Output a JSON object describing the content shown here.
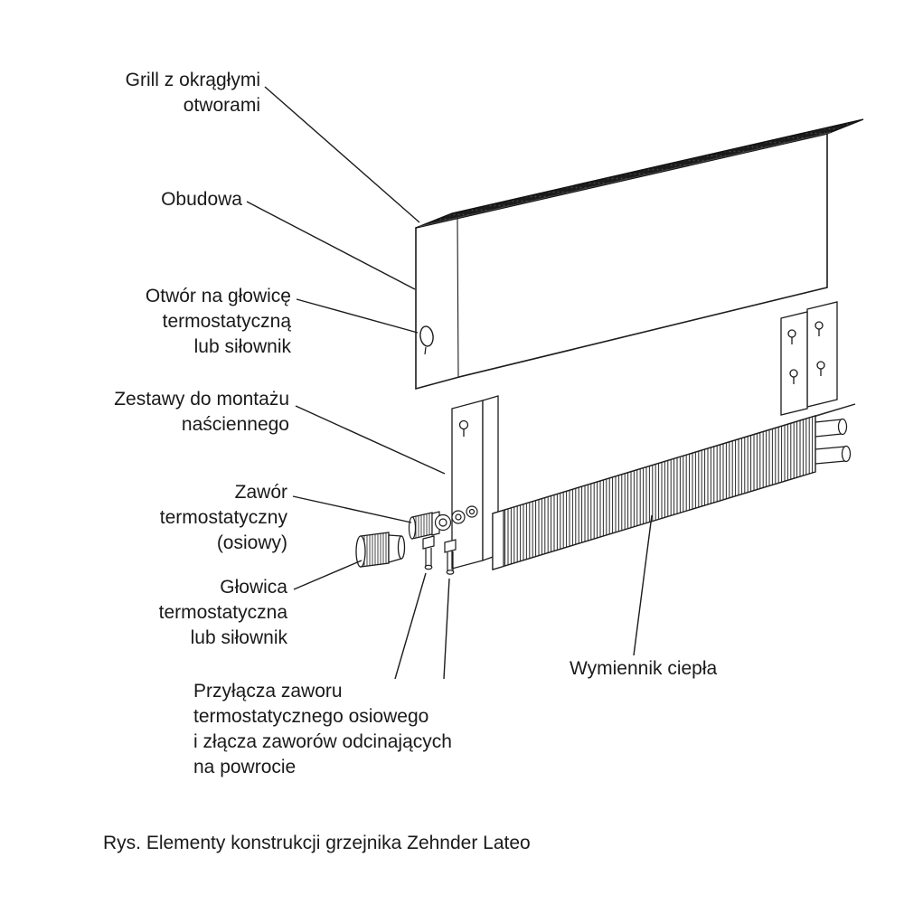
{
  "colors": {
    "background": "#ffffff",
    "ink": "#1a1a1a",
    "grill_fill": "#1b1b1b"
  },
  "labels": {
    "grill": "Grill z okrągłymi\notworami",
    "obudowa": "Obudowa",
    "otwor": "Otwór na głowicę\ntermostatyczną\nlub siłownik",
    "zestawy": "Zestawy do montażu\nnaściennego",
    "zawor": "Zawór\ntermostatyczny\n(osiowy)",
    "glowica": "Głowica\ntermostatyczna\nlub siłownik",
    "przylacza": "Przyłącza zaworu\ntermostatycznego osiowego\ni złącza zaworów odcinających\nna powrocie",
    "wymiennik": "Wymiennik ciepła"
  },
  "caption": "Rys. Elementy konstrukcji grzejnika Zehnder Lateo"
}
